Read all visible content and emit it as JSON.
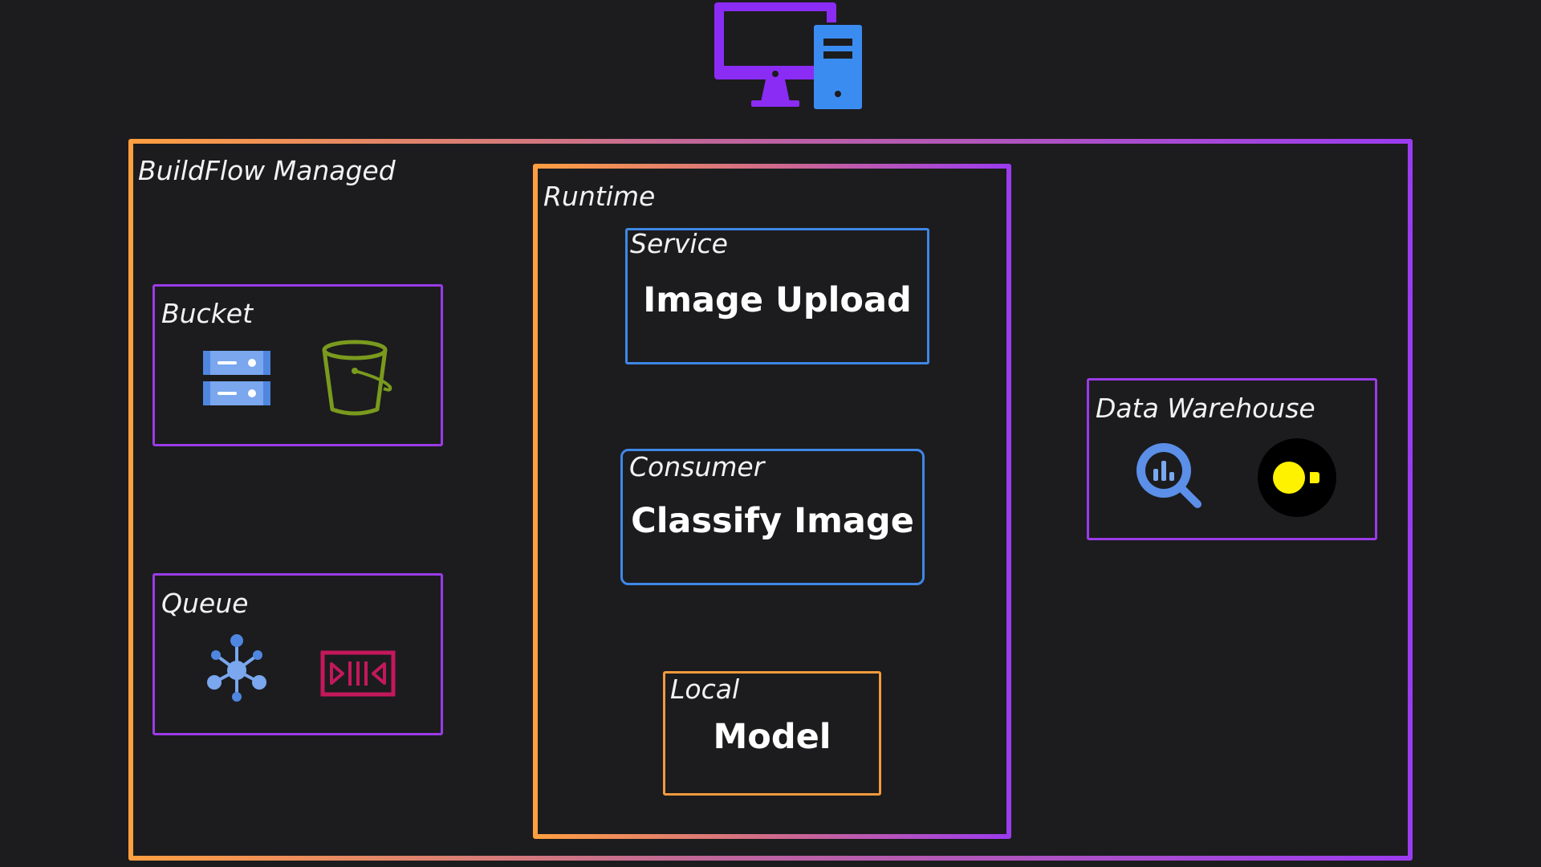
{
  "diagram": {
    "outer": {
      "label": "BuildFlow Managed"
    },
    "runtime": {
      "label": "Runtime"
    },
    "service": {
      "caption": "Service",
      "title": "Image Upload"
    },
    "consumer": {
      "caption": "Consumer",
      "title": "Classify Image"
    },
    "local": {
      "caption": "Local",
      "title": "Model"
    },
    "bucket": {
      "caption": "Bucket"
    },
    "queue": {
      "caption": "Queue"
    },
    "warehouse": {
      "caption": "Data Warehouse"
    }
  },
  "icons": {
    "top": "computer-monitor-and-tower-icon",
    "bucket": [
      "storage-server-icon",
      "s3-bucket-icon"
    ],
    "queue": [
      "pubsub-hub-icon",
      "kinesis-stream-icon"
    ],
    "warehouse": [
      "bigquery-icon",
      "duckdb-icon"
    ]
  },
  "colors": {
    "background": "#1c1c1e",
    "orange": "#ff9f40",
    "purple": "#9b3bf0",
    "blue": "#3f87e6",
    "monitor": "#8b2cf5",
    "tower": "#3b8cf0",
    "bucket_green": "#7a9a1e",
    "kinesis_pink": "#c4185c",
    "duck_yellow": "#fff200"
  }
}
